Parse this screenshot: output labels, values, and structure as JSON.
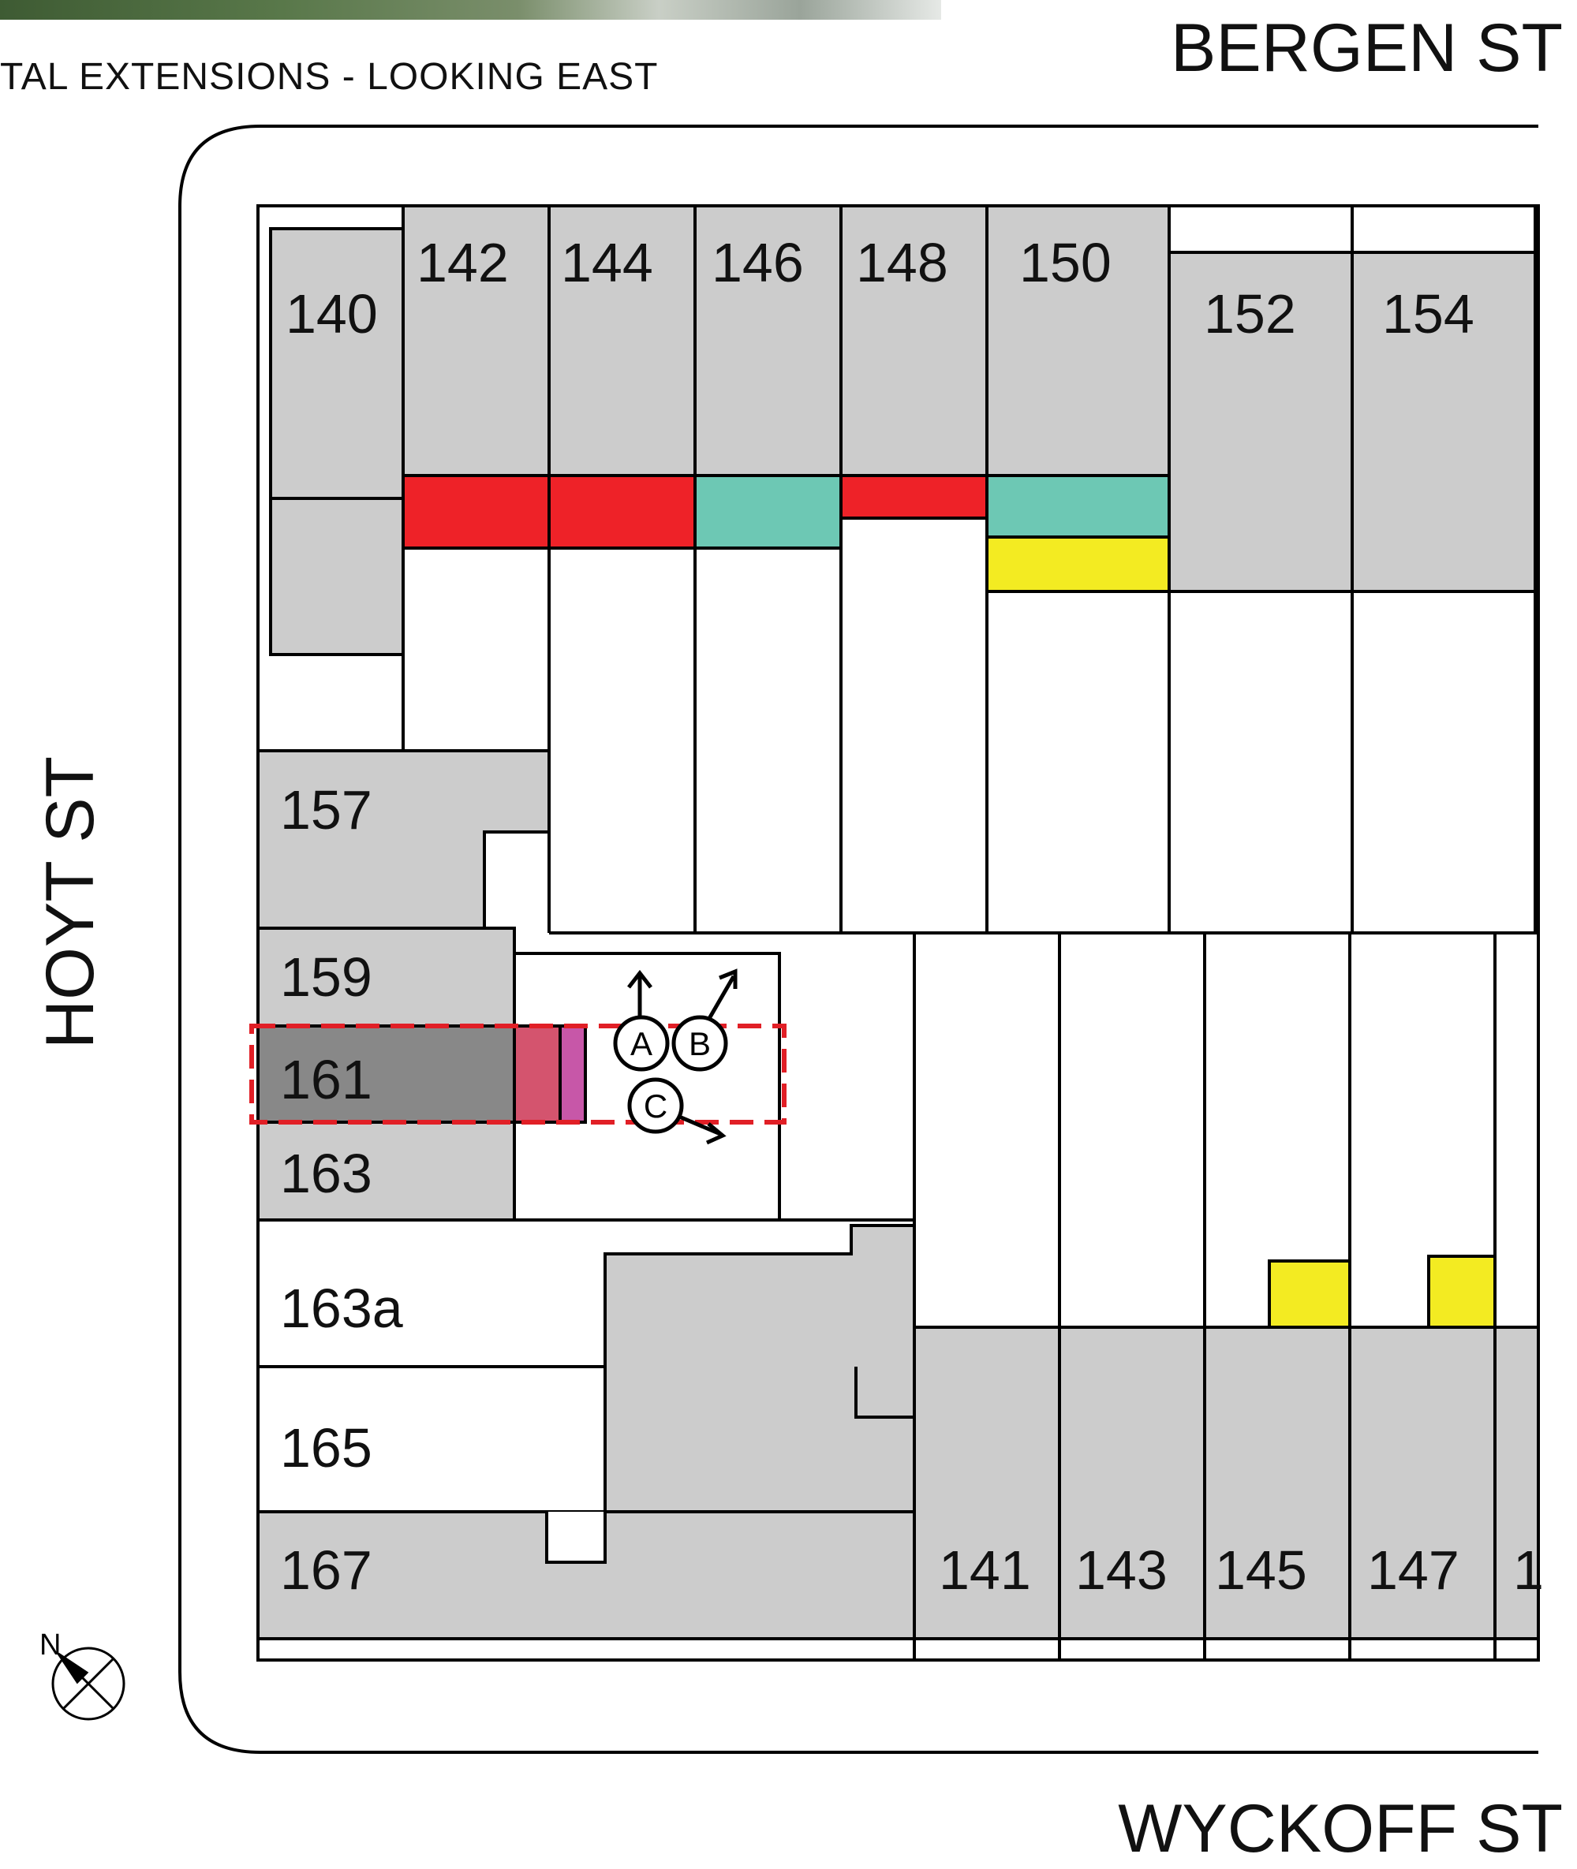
{
  "caption": "TAL EXTENSIONS  - LOOKING EAST",
  "streets": {
    "north": "BERGEN ST",
    "west": "HOYT ST",
    "south": "WYCKOFF ST"
  },
  "compass_label": "N",
  "lots_north": [
    "140",
    "142",
    "144",
    "146",
    "148",
    "150",
    "152",
    "154"
  ],
  "lots_west": [
    "157",
    "159",
    "161",
    "163",
    "163a",
    "165",
    "167"
  ],
  "lots_south": [
    "141",
    "143",
    "145",
    "147",
    "1"
  ],
  "viewpoints": [
    "A",
    "B",
    "C"
  ],
  "colors": {
    "building": "#cccccc",
    "subject_lot": "#888888",
    "extension_red": "#ee2228",
    "extension_teal": "#6dc8b4",
    "extension_yellow": "#f3eb22",
    "extension_pink": "#d4546e",
    "extension_magenta": "#c757a8",
    "highlight_dash": "#e11f26"
  }
}
